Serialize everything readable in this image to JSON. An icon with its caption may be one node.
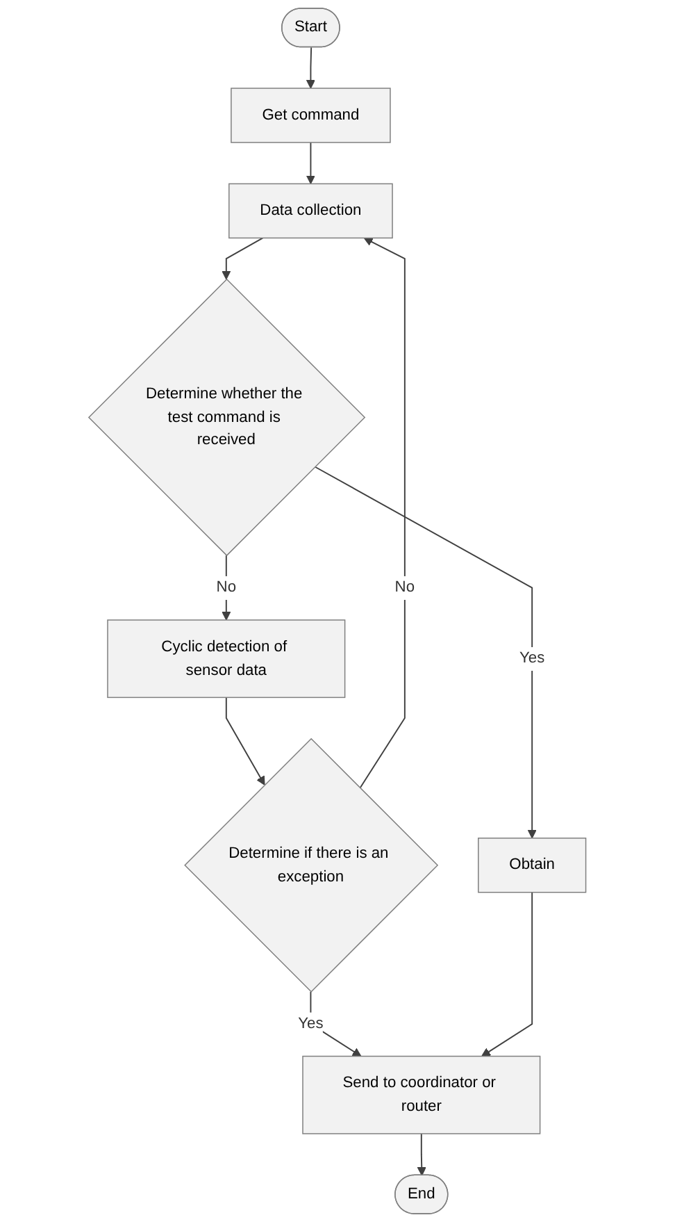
{
  "diagram": {
    "nodes": [
      {
        "text": [
          "Start"
        ]
      },
      {
        "text": [
          "Get command"
        ]
      },
      {
        "text": [
          "Data collection"
        ]
      },
      {
        "text": [
          "Determine whether the test command is received"
        ]
      },
      {
        "text": [
          "Cyclic detection of sensor data"
        ]
      },
      {
        "text": [
          "Obtain"
        ]
      },
      {
        "text": [
          "Determine if there is an exception"
        ]
      },
      {
        "text": [
          "Send to coordinator or router"
        ]
      },
      {
        "text": [
          "End"
        ]
      }
    ],
    "edges": [
      {
        "from": 0,
        "to": 1,
        "arrow": "to"
      },
      {
        "from": 1,
        "to": 2,
        "arrow": "to"
      },
      {
        "from": 2,
        "to": 3,
        "arrow": "to"
      },
      {
        "from": 3,
        "to": 4,
        "label": "No",
        "arrow": "to"
      },
      {
        "from": 3,
        "to": 5,
        "label": "Yes",
        "arrow": "to"
      },
      {
        "from": 4,
        "to": 6,
        "arrow": "to"
      },
      {
        "from": 6,
        "to": 2,
        "label": "No",
        "arrow": "to"
      },
      {
        "from": 6,
        "to": 7,
        "label": "Yes",
        "arrow": "to"
      },
      {
        "from": 5,
        "to": 7,
        "arrow": "to"
      },
      {
        "from": 7,
        "to": 8,
        "arrow": "to"
      }
    ]
  }
}
